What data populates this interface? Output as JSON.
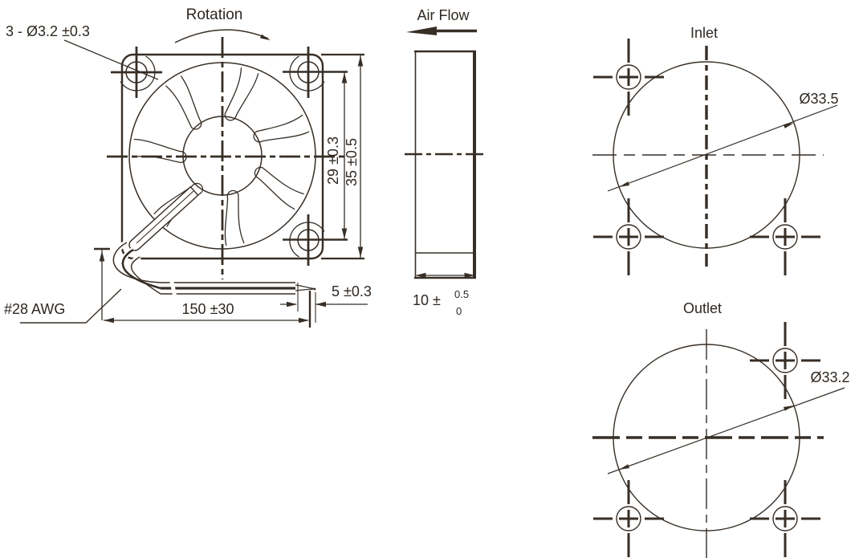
{
  "drawing": {
    "title_context": "Axial fan outline drawing",
    "front_view": {
      "rotation_label": "Rotation",
      "mounting_hole_callout": "3 - Ø3.2 ±0.3",
      "hole_pitch_dim": "29 ±0.3",
      "frame_size_dim": "35 ±0.5",
      "wire_gauge_label": "#28 AWG",
      "lead_length_dim": "150 ±30",
      "strip_length_dim": "5 ±0.3"
    },
    "side_view": {
      "airflow_label": "Air Flow",
      "thickness_dim": "10 ±",
      "thickness_tol_upper": "0.5",
      "thickness_tol_lower": "0"
    },
    "inlet_view": {
      "title": "Inlet",
      "diameter_dim": "Ø33.5"
    },
    "outlet_view": {
      "title": "Outlet",
      "diameter_dim": "Ø33.2"
    }
  },
  "colors": {
    "line": "#372e26",
    "text": "#2f2822",
    "background": "#ffffff"
  }
}
